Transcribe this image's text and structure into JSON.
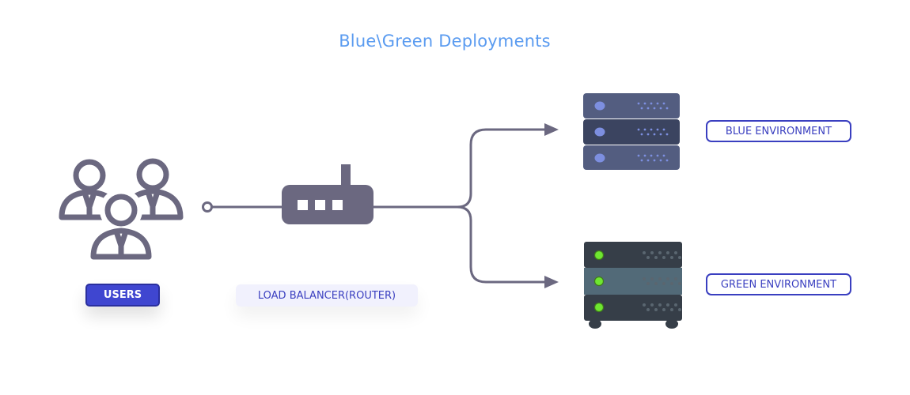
{
  "title": "Blue\\Green Deployments",
  "nodes": {
    "users": {
      "label": "USERS",
      "icon": "users-group-icon"
    },
    "load_balancer": {
      "label": "LOAD BALANCER(ROUTER)",
      "icon": "router-icon"
    },
    "blue_environment": {
      "label": "BLUE ENVIRONMENT",
      "icon": "server-stack-blue-icon"
    },
    "green_environment": {
      "label": "GREEN ENVIRONMENT",
      "icon": "server-stack-green-icon"
    }
  },
  "edges": [
    {
      "from": "users",
      "to": "load_balancer"
    },
    {
      "from": "load_balancer",
      "to": "blue_environment"
    },
    {
      "from": "load_balancer",
      "to": "green_environment"
    }
  ],
  "colors": {
    "title": "#5a9bf0",
    "icon_gray": "#6b6880",
    "users_label_bg": "#3f46d0",
    "label_text": "#3a3fc0",
    "lb_label_bg": "#f1f1fd",
    "blue_server_light": "#535d80",
    "blue_server_dark": "#3b4460",
    "blue_server_led": "#7d8fe0",
    "green_server_dark": "#363e48",
    "green_server_mid": "#526a78",
    "green_server_led": "#6ee630"
  }
}
